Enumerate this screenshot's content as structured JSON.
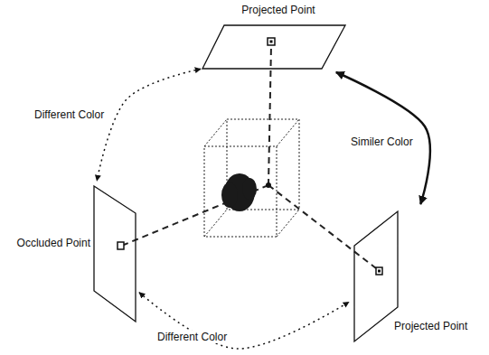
{
  "diagram": {
    "nodes": [
      {
        "text": [
          "Projected Point"
        ]
      },
      {
        "text": [
          "Occluded Point"
        ]
      },
      {
        "text": [
          "Projected Point"
        ]
      }
    ],
    "edges": [
      {
        "from": 0,
        "to": 1,
        "arrow": "both",
        "label": "Different Color"
      },
      {
        "from": 0,
        "to": 2,
        "arrow": "both",
        "label": "Similer Color"
      },
      {
        "from": 1,
        "to": 2,
        "arrow": "both",
        "label": "Different Color"
      }
    ]
  }
}
